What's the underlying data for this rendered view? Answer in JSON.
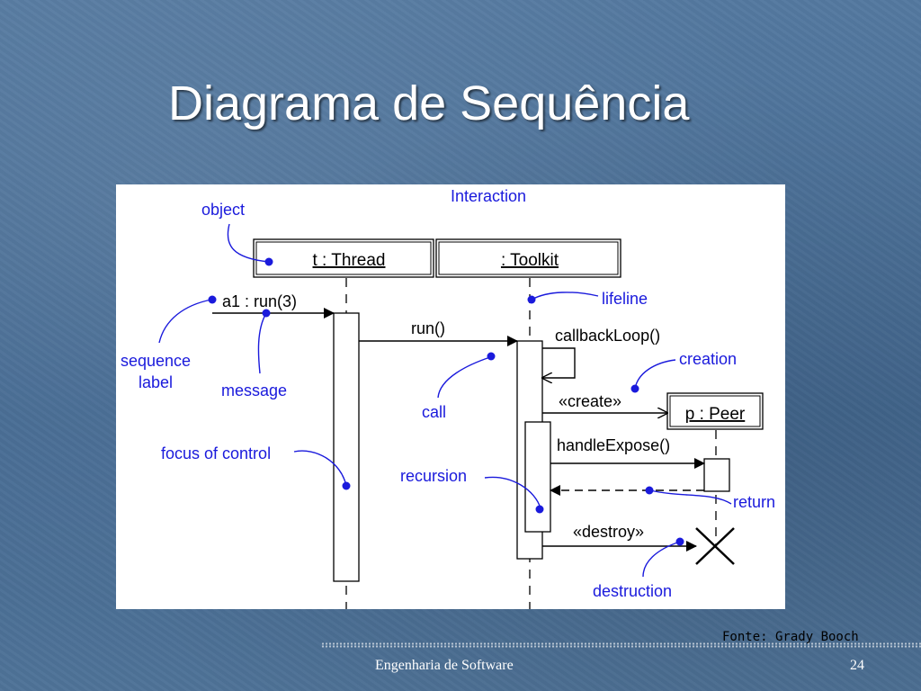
{
  "slide": {
    "title": "Diagrama de Sequência",
    "source_note": "Fonte: Grady Booch",
    "footer_course": "Engenharia de Software",
    "page_number": "24"
  },
  "diagram": {
    "frame_label": "Interaction",
    "objects": {
      "thread": "t : Thread",
      "toolkit": ": Toolkit",
      "peer": "p : Peer"
    },
    "messages": {
      "a1": "a1 : run(3)",
      "run": "run()",
      "callback": "callbackLoop()",
      "create": "«create»",
      "handle": "handleExpose()",
      "destroy": "«destroy»"
    },
    "annotations": {
      "object": "object",
      "lifeline": "lifeline",
      "sequence_label_1": "sequence",
      "sequence_label_2": "label",
      "message": "message",
      "call": "call",
      "creation": "creation",
      "focus_of_control": "focus of control",
      "recursion": "recursion",
      "return": "return",
      "destruction": "destruction"
    },
    "colors": {
      "annotation": "#1a1adc",
      "line": "#000000"
    }
  }
}
